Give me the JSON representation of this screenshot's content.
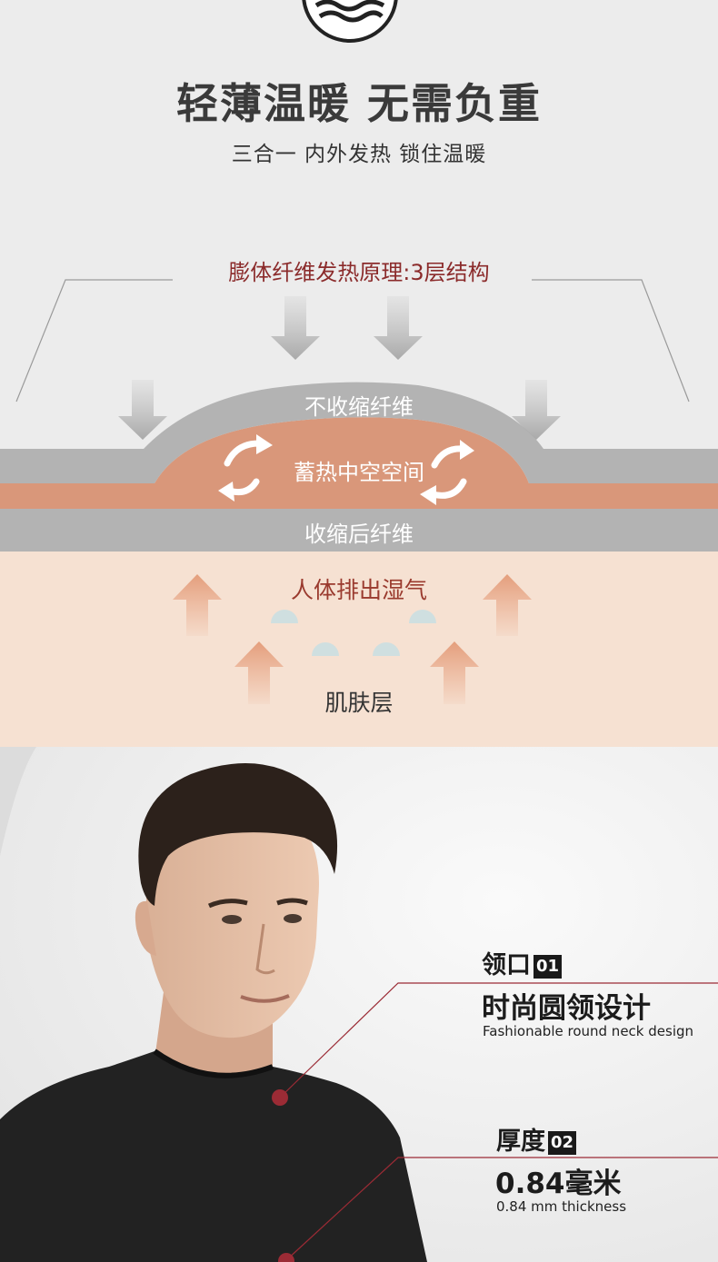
{
  "header": {
    "title": "轻薄温暖 无需负重",
    "subtitle": "三合一 内外发热 锁住温暖"
  },
  "diagram": {
    "principle": "膨体纤维发热原理:3层结构",
    "layers": {
      "top": "不收缩纤维",
      "middle": "蓄热中空空间",
      "bottom": "收缩后纤维"
    },
    "moisture": "人体排出湿气",
    "skin": "肌肤层"
  },
  "callouts": [
    {
      "label": "领口",
      "number": "01",
      "title": "时尚圆领设计",
      "caption": "Fashionable round neck design"
    },
    {
      "label": "厚度",
      "number": "02",
      "title": "0.84毫米",
      "caption": "0.84 mm thickness"
    }
  ],
  "colors": {
    "accent": "#9b2b35",
    "layer_gray": "#b3b3b3",
    "heat_layer": "#d9977a",
    "skin_bg": "#f6e1d2",
    "arrow_up": "#e7a98a"
  },
  "icons": [
    "heat-wave-icon",
    "down-arrow-icon",
    "up-arrow-icon",
    "cycle-arrows-icon",
    "moisture-drop-icon"
  ]
}
